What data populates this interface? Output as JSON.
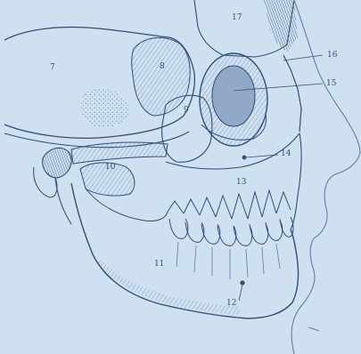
{
  "colors": {
    "background": "#cfe0f1",
    "ink": "#2e4f78",
    "ink_light": "#5f7fa6",
    "shade": "#90a9c8"
  },
  "labels": {
    "l7": "7",
    "l8": "8",
    "l9": "9",
    "l10": "10",
    "l11": "11",
    "l12": "12",
    "l13": "13",
    "l14": "14",
    "l15": "15",
    "l16": "16",
    "l17": "17"
  }
}
